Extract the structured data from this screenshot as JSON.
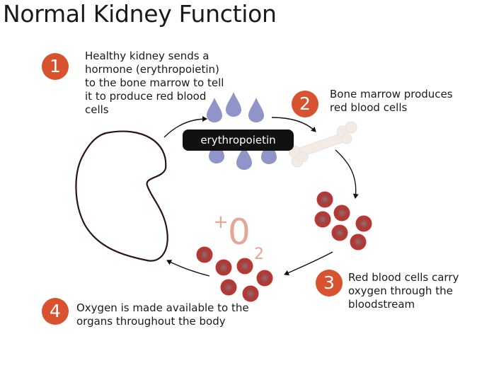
{
  "title": "Normal Kidney Function",
  "hormone_label": "erythropoietin",
  "o2": {
    "plus": "+",
    "letter": "0",
    "subscript": "2"
  },
  "steps": [
    {
      "number": "1",
      "text_lines": [
        "Healthy kidney sends a",
        "hormone (erythropoietin)",
        "to the bone marrow to tell",
        "it to produce red blood",
        "cells"
      ]
    },
    {
      "number": "2",
      "text_lines": [
        "Bone marrow produces",
        "red blood cells"
      ]
    },
    {
      "number": "3",
      "text_lines": [
        "Red blood cells carry",
        "oxygen through the",
        "bloodstream"
      ]
    },
    {
      "number": "4",
      "text_lines": [
        "Oxygen is made available to the",
        "organs throughout the body"
      ]
    }
  ],
  "colors": {
    "step_badge": "#d8522f",
    "blood_cell": "#c5312c",
    "hormone_drop": "#8f95c8",
    "bone": "#f3ebe6",
    "o2_text": "#e6a696"
  }
}
